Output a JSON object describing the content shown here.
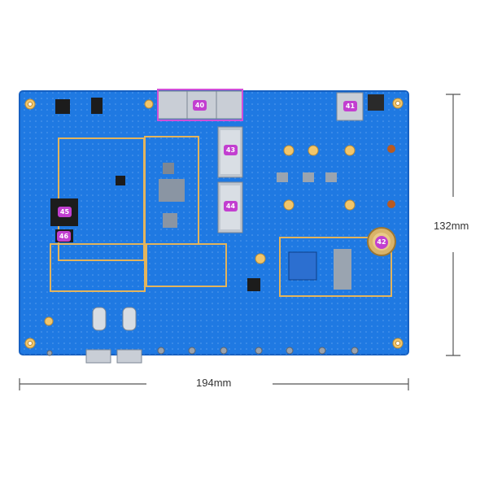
{
  "dimensions": {
    "width_label": "194mm",
    "height_label": "132mm"
  },
  "markers": {
    "m40": "40",
    "m41": "41",
    "m42": "42",
    "m43": "43",
    "m44": "44",
    "m45": "45",
    "m46": "46"
  },
  "colors": {
    "board": "#1e78e0",
    "board_dark": "#1462c4",
    "outline": "#e0b25a",
    "marker": "#c23fd0",
    "dimension_line": "#555555"
  }
}
